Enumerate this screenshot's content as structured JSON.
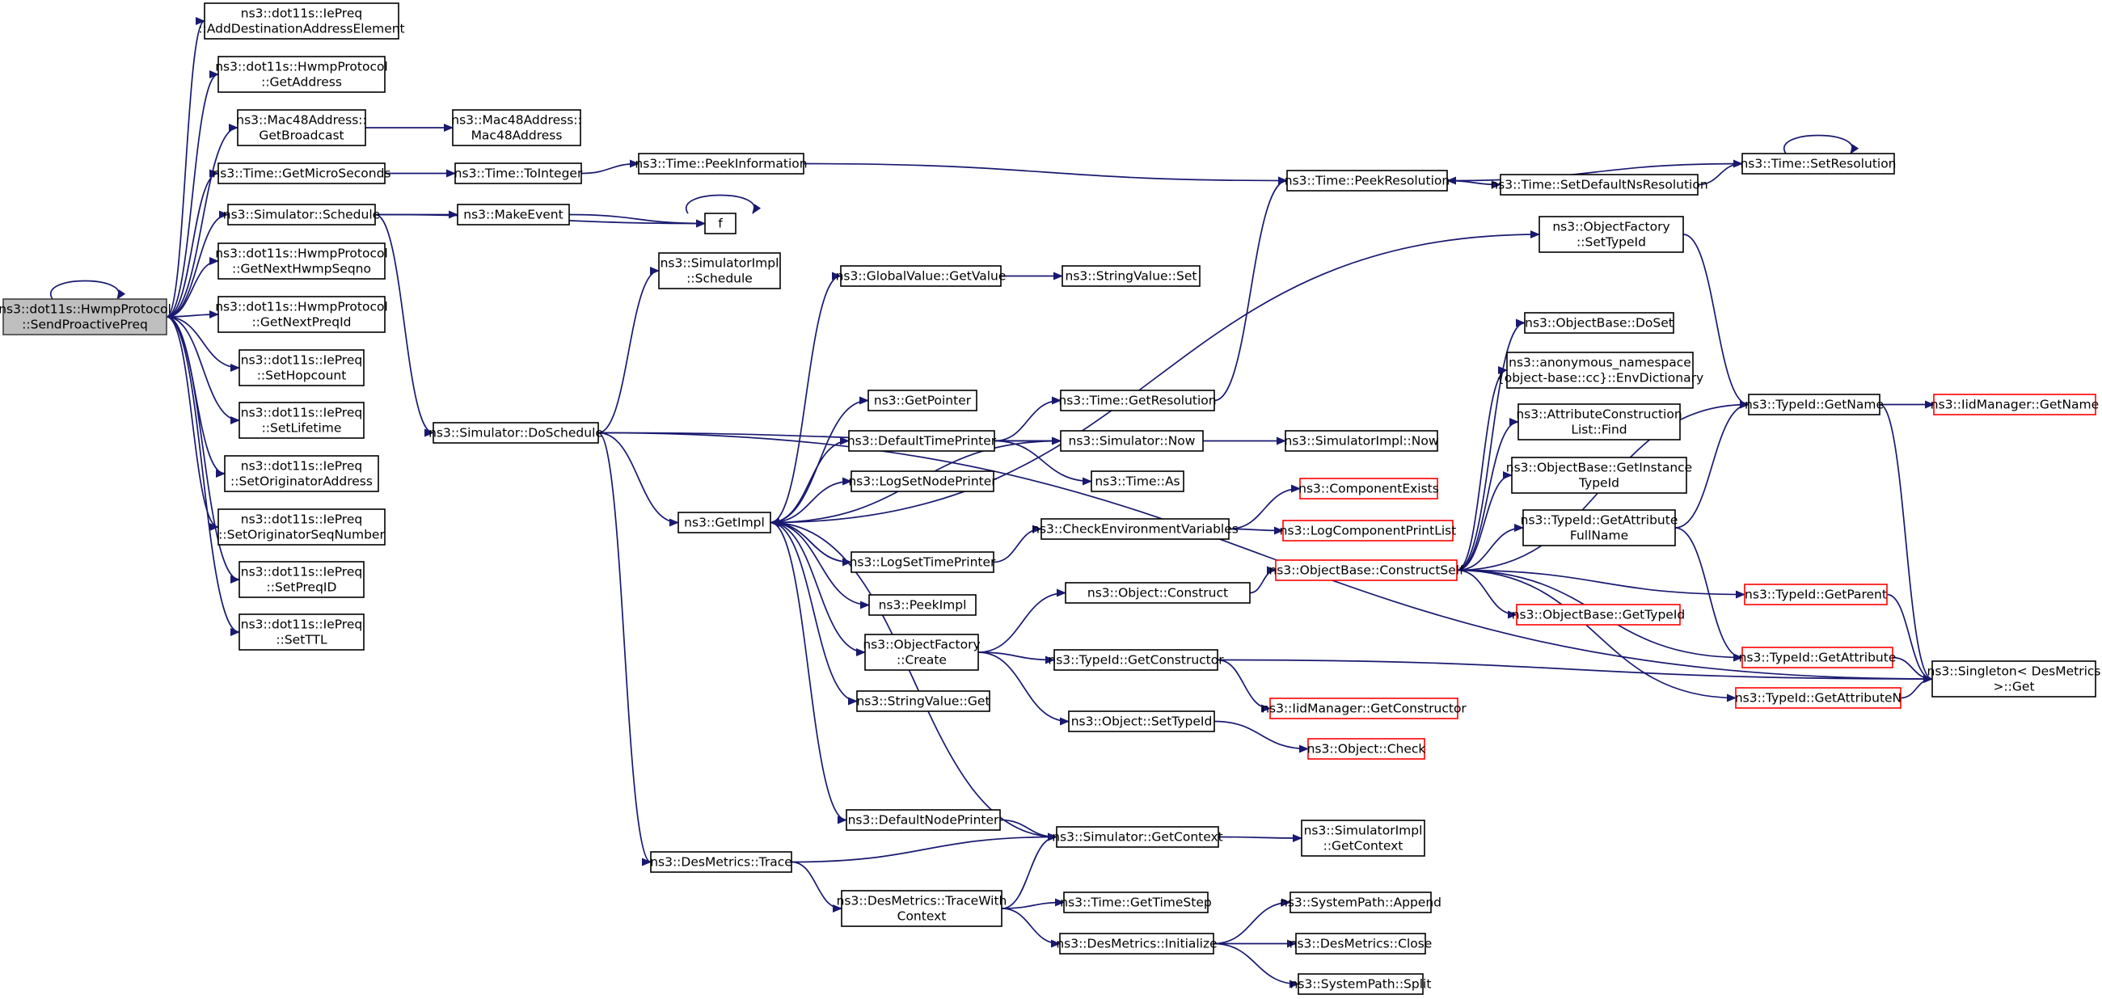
{
  "colors": {
    "edge": "#191970",
    "root_fill": "#bfbfbf",
    "red_border": "#ff0000",
    "border": "#000000"
  },
  "nodes": [
    {
      "id": "root",
      "lines": [
        "ns3::dot11s::HwmpProtocol",
        "::SendProactivePreq"
      ],
      "style": "root"
    },
    {
      "id": "addDest",
      "lines": [
        "ns3::dot11s::IePreq",
        "::AddDestinationAddressElement"
      ]
    },
    {
      "id": "getAddress",
      "lines": [
        "ns3::dot11s::HwmpProtocol",
        "::GetAddress"
      ]
    },
    {
      "id": "getBroadcast",
      "lines": [
        "ns3::Mac48Address::",
        "GetBroadcast"
      ]
    },
    {
      "id": "mac48",
      "lines": [
        "ns3::Mac48Address::",
        "Mac48Address"
      ]
    },
    {
      "id": "getMicro",
      "lines": [
        "ns3::Time::GetMicroSeconds"
      ]
    },
    {
      "id": "toInteger",
      "lines": [
        "ns3::Time::ToInteger"
      ]
    },
    {
      "id": "peekInfo",
      "lines": [
        "ns3::Time::PeekInformation"
      ]
    },
    {
      "id": "peekRes",
      "lines": [
        "ns3::Time::PeekResolution"
      ]
    },
    {
      "id": "setDefNs",
      "lines": [
        "ns3::Time::SetDefaultNsResolution"
      ]
    },
    {
      "id": "setRes",
      "lines": [
        "ns3::Time::SetResolution"
      ]
    },
    {
      "id": "schedule",
      "lines": [
        "ns3::Simulator::Schedule"
      ]
    },
    {
      "id": "makeEvent",
      "lines": [
        "ns3::MakeEvent"
      ]
    },
    {
      "id": "f",
      "lines": [
        "f"
      ]
    },
    {
      "id": "getNextSeqno",
      "lines": [
        "ns3::dot11s::HwmpProtocol",
        "::GetNextHwmpSeqno"
      ]
    },
    {
      "id": "getNextPreq",
      "lines": [
        "ns3::dot11s::HwmpProtocol",
        "::GetNextPreqId"
      ]
    },
    {
      "id": "setHop",
      "lines": [
        "ns3::dot11s::IePreq",
        "::SetHopcount"
      ]
    },
    {
      "id": "setLife",
      "lines": [
        "ns3::dot11s::IePreq",
        "::SetLifetime"
      ]
    },
    {
      "id": "setOrigAddr",
      "lines": [
        "ns3::dot11s::IePreq",
        "::SetOriginatorAddress"
      ]
    },
    {
      "id": "setOrigSeq",
      "lines": [
        "ns3::dot11s::IePreq",
        "::SetOriginatorSeqNumber"
      ]
    },
    {
      "id": "setPreqId",
      "lines": [
        "ns3::dot11s::IePreq",
        "::SetPreqID"
      ]
    },
    {
      "id": "setTTL",
      "lines": [
        "ns3::dot11s::IePreq",
        "::SetTTL"
      ]
    },
    {
      "id": "simImplSched",
      "lines": [
        "ns3::SimulatorImpl",
        "::Schedule"
      ]
    },
    {
      "id": "doSchedule",
      "lines": [
        "ns3::Simulator::DoSchedule"
      ]
    },
    {
      "id": "gvGetValue",
      "lines": [
        "ns3::GlobalValue::GetValue"
      ]
    },
    {
      "id": "svSet",
      "lines": [
        "ns3::StringValue::Set"
      ]
    },
    {
      "id": "ofSetTypeId",
      "lines": [
        "ns3::ObjectFactory",
        "::SetTypeId"
      ]
    },
    {
      "id": "getPointer",
      "lines": [
        "ns3::GetPointer"
      ]
    },
    {
      "id": "getResolution",
      "lines": [
        "ns3::Time::GetResolution"
      ]
    },
    {
      "id": "dtp",
      "lines": [
        "ns3::DefaultTimePrinter"
      ]
    },
    {
      "id": "simNow",
      "lines": [
        "ns3::Simulator::Now"
      ]
    },
    {
      "id": "simImplNow",
      "lines": [
        "ns3::SimulatorImpl::Now"
      ]
    },
    {
      "id": "timeAs",
      "lines": [
        "ns3::Time::As"
      ]
    },
    {
      "id": "logSetNode",
      "lines": [
        "ns3::LogSetNodePrinter"
      ]
    },
    {
      "id": "getImpl",
      "lines": [
        "ns3::GetImpl"
      ]
    },
    {
      "id": "logSetTime",
      "lines": [
        "ns3::LogSetTimePrinter"
      ]
    },
    {
      "id": "checkEnv",
      "lines": [
        "ns3::CheckEnvironmentVariables"
      ]
    },
    {
      "id": "compExists",
      "lines": [
        "ns3::ComponentExists"
      ],
      "style": "red"
    },
    {
      "id": "logCompPrint",
      "lines": [
        "ns3::LogComponentPrintList"
      ],
      "style": "red"
    },
    {
      "id": "peekImpl",
      "lines": [
        "ns3::PeekImpl"
      ]
    },
    {
      "id": "objConstruct",
      "lines": [
        "ns3::Object::Construct"
      ]
    },
    {
      "id": "constructSelf",
      "lines": [
        "ns3::ObjectBase::ConstructSelf"
      ],
      "style": "red"
    },
    {
      "id": "ofCreate",
      "lines": [
        "ns3::ObjectFactory",
        "::Create"
      ]
    },
    {
      "id": "tidGetCtor",
      "lines": [
        "ns3::TypeId::GetConstructor"
      ]
    },
    {
      "id": "iidGetCtor",
      "lines": [
        "ns3::IidManager::GetConstructor"
      ],
      "style": "red"
    },
    {
      "id": "svGet",
      "lines": [
        "ns3::StringValue::Get"
      ]
    },
    {
      "id": "objSetTypeId",
      "lines": [
        "ns3::Object::SetTypeId"
      ]
    },
    {
      "id": "objCheck",
      "lines": [
        "ns3::Object::Check"
      ],
      "style": "red"
    },
    {
      "id": "doSet",
      "lines": [
        "ns3::ObjectBase::DoSet"
      ]
    },
    {
      "id": "envDict",
      "lines": [
        "ns3::anonymous_namespace",
        "{object-base::cc}::EnvDictionary"
      ]
    },
    {
      "id": "acListFind",
      "lines": [
        "ns3::AttributeConstruction",
        "List::Find"
      ]
    },
    {
      "id": "obGetInstTid",
      "lines": [
        "ns3::ObjectBase::GetInstance",
        "TypeId"
      ]
    },
    {
      "id": "tidGetAttrFull",
      "lines": [
        "ns3::TypeId::GetAttribute",
        "FullName"
      ]
    },
    {
      "id": "obGetTypeId",
      "lines": [
        "ns3::ObjectBase::GetTypeId"
      ],
      "style": "red"
    },
    {
      "id": "tidGetName",
      "lines": [
        "ns3::TypeId::GetName"
      ]
    },
    {
      "id": "iidGetName",
      "lines": [
        "ns3::IidManager::GetName"
      ],
      "style": "red"
    },
    {
      "id": "tidGetParent",
      "lines": [
        "ns3::TypeId::GetParent"
      ],
      "style": "red"
    },
    {
      "id": "tidGetAttr",
      "lines": [
        "ns3::TypeId::GetAttribute"
      ],
      "style": "red"
    },
    {
      "id": "tidGetAttrN",
      "lines": [
        "ns3::TypeId::GetAttributeN"
      ],
      "style": "red"
    },
    {
      "id": "singletonGet",
      "lines": [
        "ns3::Singleton< DesMetrics",
        ">::Get"
      ]
    },
    {
      "id": "dnp",
      "lines": [
        "ns3::DefaultNodePrinter"
      ]
    },
    {
      "id": "simGetCtx",
      "lines": [
        "ns3::Simulator::GetContext"
      ]
    },
    {
      "id": "simImplGetCtx",
      "lines": [
        "ns3::SimulatorImpl",
        "::GetContext"
      ]
    },
    {
      "id": "dmTrace",
      "lines": [
        "ns3::DesMetrics::Trace"
      ]
    },
    {
      "id": "dmTraceWith",
      "lines": [
        "ns3::DesMetrics::TraceWith",
        "Context"
      ]
    },
    {
      "id": "getTimeStep",
      "lines": [
        "ns3::Time::GetTimeStep"
      ]
    },
    {
      "id": "spAppend",
      "lines": [
        "ns3::SystemPath::Append"
      ]
    },
    {
      "id": "dmInit",
      "lines": [
        "ns3::DesMetrics::Initialize"
      ]
    },
    {
      "id": "dmClose",
      "lines": [
        "ns3::DesMetrics::Close"
      ]
    },
    {
      "id": "spSplit",
      "lines": [
        "ns3::SystemPath::Split"
      ]
    }
  ],
  "edges": [
    [
      "root",
      "root"
    ],
    [
      "root",
      "addDest"
    ],
    [
      "root",
      "getAddress"
    ],
    [
      "root",
      "getBroadcast"
    ],
    [
      "root",
      "getMicro"
    ],
    [
      "root",
      "schedule"
    ],
    [
      "root",
      "getNextSeqno"
    ],
    [
      "root",
      "getNextPreq"
    ],
    [
      "root",
      "setHop"
    ],
    [
      "root",
      "setLife"
    ],
    [
      "root",
      "setOrigAddr"
    ],
    [
      "root",
      "setOrigSeq"
    ],
    [
      "root",
      "setPreqId"
    ],
    [
      "root",
      "setTTL"
    ],
    [
      "getBroadcast",
      "mac48"
    ],
    [
      "getMicro",
      "toInteger"
    ],
    [
      "toInteger",
      "peekInfo"
    ],
    [
      "peekInfo",
      "peekRes"
    ],
    [
      "setRes",
      "peekRes"
    ],
    [
      "peekRes",
      "setDefNs"
    ],
    [
      "setDefNs",
      "setRes"
    ],
    [
      "setRes",
      "setRes"
    ],
    [
      "schedule",
      "makeEvent"
    ],
    [
      "schedule",
      "f"
    ],
    [
      "makeEvent",
      "f"
    ],
    [
      "f",
      "f"
    ],
    [
      "schedule",
      "doSchedule"
    ],
    [
      "doSchedule",
      "simImplSched"
    ],
    [
      "doSchedule",
      "simNow"
    ],
    [
      "doSchedule",
      "getImpl"
    ],
    [
      "doSchedule",
      "dmTrace"
    ],
    [
      "doSchedule",
      "singletonGet"
    ],
    [
      "getImpl",
      "gvGetValue"
    ],
    [
      "gvGetValue",
      "svSet"
    ],
    [
      "getImpl",
      "ofSetTypeId"
    ],
    [
      "getImpl",
      "getPointer"
    ],
    [
      "getImpl",
      "dtp"
    ],
    [
      "getImpl",
      "logSetNode"
    ],
    [
      "getImpl",
      "logSetTime"
    ],
    [
      "getImpl",
      "peekImpl"
    ],
    [
      "getImpl",
      "ofCreate"
    ],
    [
      "getImpl",
      "svGet"
    ],
    [
      "getImpl",
      "dnp"
    ],
    [
      "dtp",
      "getResolution"
    ],
    [
      "dtp",
      "simNow"
    ],
    [
      "dtp",
      "timeAs"
    ],
    [
      "getResolution",
      "peekRes"
    ],
    [
      "simNow",
      "simImplNow"
    ],
    [
      "simNow",
      "getImpl"
    ],
    [
      "logSetTime",
      "getImpl"
    ],
    [
      "logSetTime",
      "checkEnv"
    ],
    [
      "checkEnv",
      "compExists"
    ],
    [
      "checkEnv",
      "logCompPrint"
    ],
    [
      "ofCreate",
      "objConstruct"
    ],
    [
      "ofCreate",
      "tidGetCtor"
    ],
    [
      "ofCreate",
      "objSetTypeId"
    ],
    [
      "objConstruct",
      "constructSelf"
    ],
    [
      "tidGetCtor",
      "iidGetCtor"
    ],
    [
      "tidGetCtor",
      "singletonGet"
    ],
    [
      "objSetTypeId",
      "objCheck"
    ],
    [
      "constructSelf",
      "doSet"
    ],
    [
      "constructSelf",
      "envDict"
    ],
    [
      "constructSelf",
      "acListFind"
    ],
    [
      "constructSelf",
      "obGetInstTid"
    ],
    [
      "constructSelf",
      "tidGetAttrFull"
    ],
    [
      "constructSelf",
      "tidGetName"
    ],
    [
      "constructSelf",
      "obGetTypeId"
    ],
    [
      "constructSelf",
      "tidGetParent"
    ],
    [
      "constructSelf",
      "tidGetAttr"
    ],
    [
      "constructSelf",
      "tidGetAttrN"
    ],
    [
      "ofSetTypeId",
      "tidGetName"
    ],
    [
      "tidGetAttrFull",
      "tidGetName"
    ],
    [
      "tidGetAttrFull",
      "tidGetAttr"
    ],
    [
      "tidGetName",
      "iidGetName"
    ],
    [
      "tidGetName",
      "singletonGet"
    ],
    [
      "tidGetParent",
      "singletonGet"
    ],
    [
      "tidGetAttr",
      "singletonGet"
    ],
    [
      "tidGetAttrN",
      "singletonGet"
    ],
    [
      "dnp",
      "simGetCtx"
    ],
    [
      "simGetCtx",
      "getImpl"
    ],
    [
      "simGetCtx",
      "simImplGetCtx"
    ],
    [
      "dmTrace",
      "simGetCtx"
    ],
    [
      "dmTrace",
      "dmTraceWith"
    ],
    [
      "dmTraceWith",
      "simGetCtx"
    ],
    [
      "dmTraceWith",
      "getTimeStep"
    ],
    [
      "dmTraceWith",
      "dmInit"
    ],
    [
      "dmInit",
      "spAppend"
    ],
    [
      "dmInit",
      "dmClose"
    ],
    [
      "dmInit",
      "spSplit"
    ]
  ]
}
